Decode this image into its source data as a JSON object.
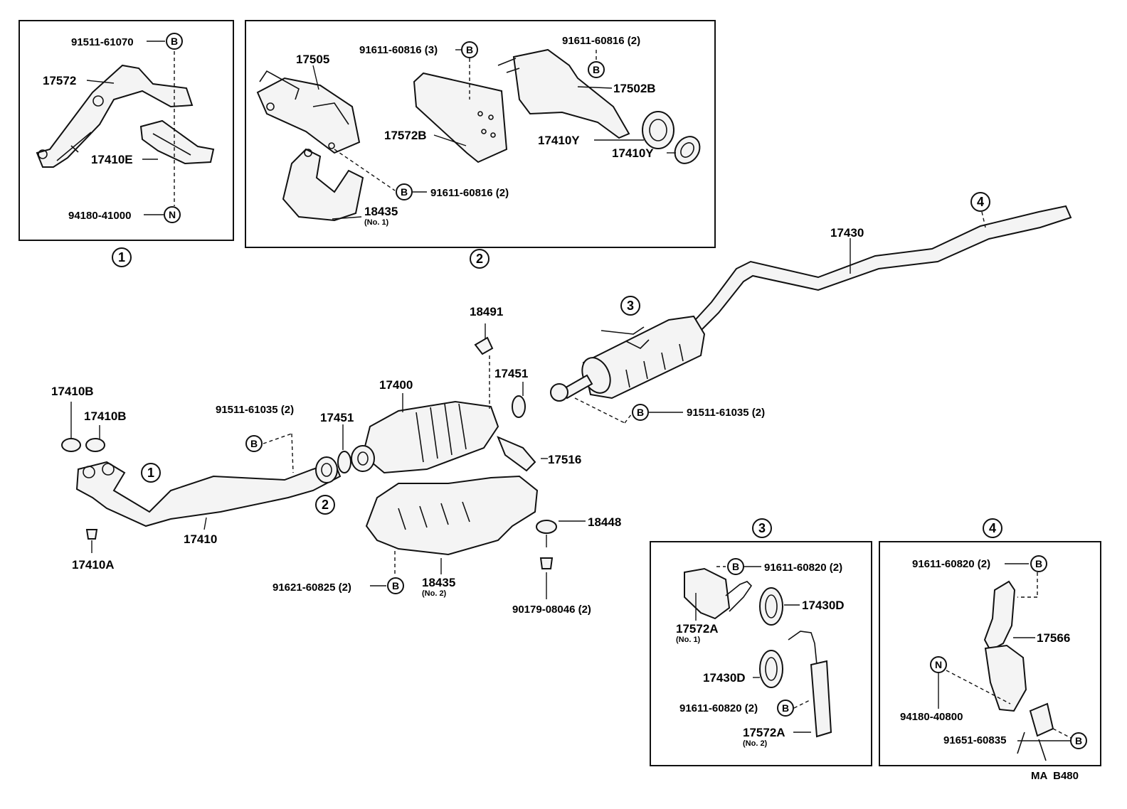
{
  "marks": {
    "bolt": "B",
    "nut": "N"
  },
  "callouts": {
    "c1": "1",
    "c2": "2",
    "c3": "3",
    "c4": "4"
  },
  "inset1": {
    "p1": "91511-61070",
    "p2": "17572",
    "p3": "17410E",
    "p4": "94180-41000"
  },
  "inset2": {
    "p1": "17505",
    "p2": "91611-60816 (3)",
    "p3": "91611-60816 (2)",
    "p4": "17502B",
    "p5": "17572B",
    "p6": "17410Y",
    "p7": "17410Y",
    "p8": "91611-60816 (2)",
    "p9": "18435",
    "p9note": "(No. 1)"
  },
  "inset3": {
    "p1": "91611-60820 (2)",
    "p2": "17430D",
    "p3": "17572A",
    "p3note": "(No. 1)",
    "p4": "17430D",
    "p5": "91611-60820 (2)",
    "p6": "17572A",
    "p6note": "(No. 2)"
  },
  "inset4": {
    "p1": "91611-60820 (2)",
    "p2": "17566",
    "p3": "94180-40800",
    "p4": "91651-60835"
  },
  "main": {
    "p17410B_1": "17410B",
    "p17410B_2": "17410B",
    "p17410": "17410",
    "p17410A": "17410A",
    "p91511a": "91511-61035 (2)",
    "p17451a": "17451",
    "p17400": "17400",
    "p18491": "18491",
    "p17451b": "17451",
    "p17516": "17516",
    "p18448": "18448",
    "p91621": "91621-60825 (2)",
    "p18435": "18435",
    "p18435note": "(No. 2)",
    "p90179": "90179-08046 (2)",
    "p17430": "17430",
    "p91511b": "91511-61035 (2)"
  },
  "figure_code": "MA  B480"
}
